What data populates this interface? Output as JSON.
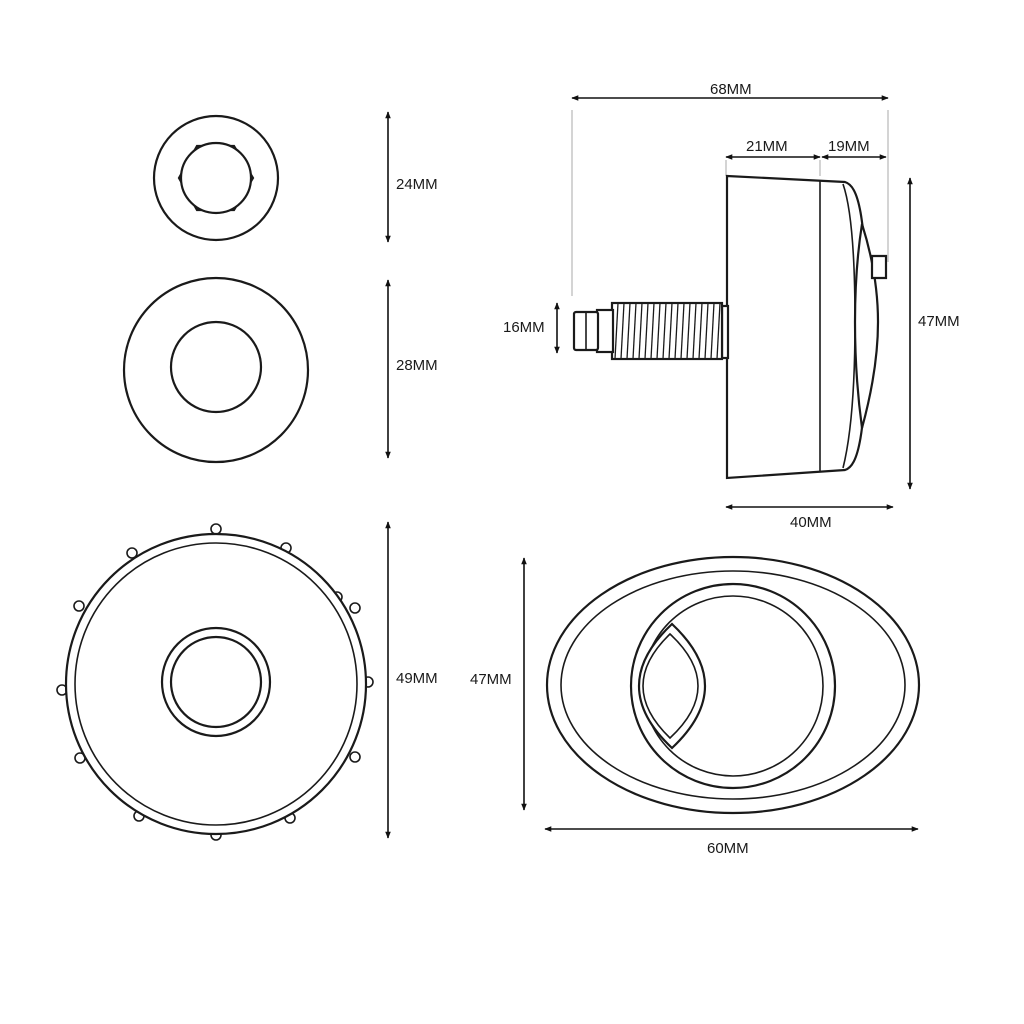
{
  "dimensions": {
    "washer_small": "24MM",
    "washer_medium": "28MM",
    "washer_large": "49MM",
    "button_height": "47MM",
    "button_width": "60MM",
    "side_total_length": "68MM",
    "side_body_depth": "21MM",
    "side_cap_depth": "19MM",
    "side_thread_diameter": "16MM",
    "side_height": "47MM",
    "side_base_width": "40MM"
  },
  "colors": {
    "line": "#1a1a1a",
    "extension_line": "#b8b8b8",
    "background": "#ffffff"
  }
}
